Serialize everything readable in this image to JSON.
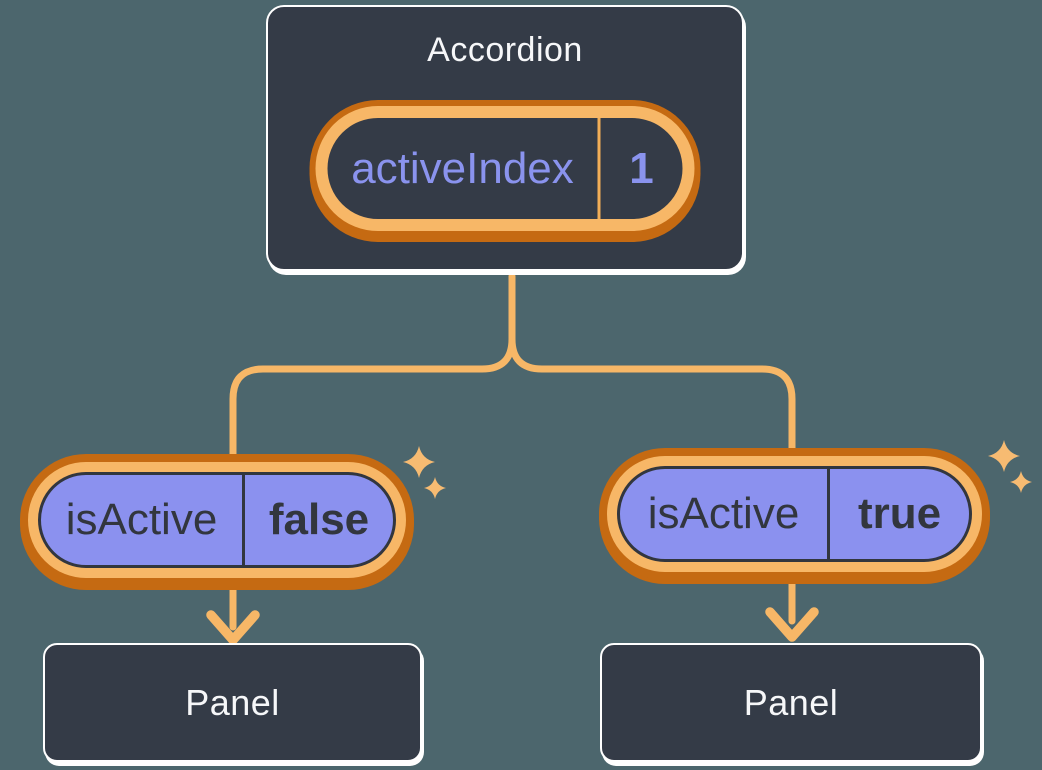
{
  "colors": {
    "background": "#4c666d",
    "node_fill": "#343b47",
    "node_border": "#ffffff",
    "line_orange": "#f7b767",
    "ring_dark_orange": "#c56a12",
    "pill_purple": "#8b91ef",
    "periwinkle_text": "#8a93ee",
    "dark_text": "#32363e",
    "light_text": "#f6f7f9"
  },
  "tree": {
    "root": {
      "title": "Accordion",
      "state": {
        "label": "activeIndex",
        "value": "1"
      }
    },
    "children": [
      {
        "prop": {
          "label": "isActive",
          "value": "false"
        },
        "panel": {
          "title": "Panel"
        }
      },
      {
        "prop": {
          "label": "isActive",
          "value": "true"
        },
        "panel": {
          "title": "Panel"
        }
      }
    ]
  }
}
